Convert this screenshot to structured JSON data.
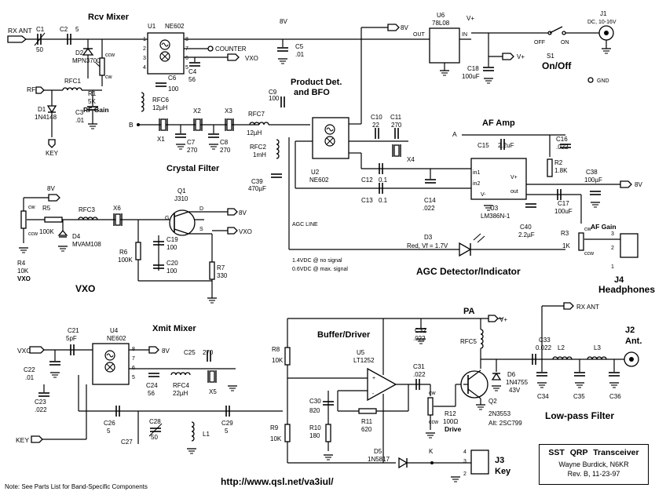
{
  "title_block": {
    "title": "SST QRP Transceiver",
    "author": "Wayne Burdick, N6KR",
    "revision": "Rev. B,",
    "date": "11-23-97"
  },
  "url": "http://www.qsl.net/va3iul/",
  "note": "Note:  See Parts List for Band-Specific Components",
  "sections": {
    "rcv_mixer": "Rcv Mixer",
    "product_det": "Product Det.",
    "and_bfo": "and BFO",
    "crystal_filter": "Crystal Filter",
    "af_amp": "AF Amp",
    "vxo": "VXO",
    "agc": "AGC Detector/Indicator",
    "xmit_mixer": "Xmit Mixer",
    "buffer_driver": "Buffer/Driver",
    "pa": "PA",
    "low_pass": "Low-pass Filter",
    "power_switch": "On/Off",
    "headphones": "Headphones",
    "key": "Key",
    "antenna": "Ant."
  },
  "labels": {
    "rx_ant": "RX ANT",
    "rx_ant2": "RX ANT",
    "rf": "RF",
    "key": "KEY",
    "key2": "KEY",
    "vxo_in": "VXO",
    "vxo_in2": "VXO",
    "vxo_out": "VXO",
    "vxo_out2": "VXO",
    "counter": "COUNTER",
    "dc_in": "DC, 10-16V",
    "gnd": "GND",
    "off": "OFF",
    "on": "ON",
    "agc_line": "AGC LINE",
    "agc_note1": "1.4VDC @ no signal",
    "agc_note2": "0.6VDC @ max. signal",
    "d3_note": "Red, Vf = 1.7V",
    "q2_alt": "Alt: 2SC799",
    "drive": "Drive",
    "rf_gain": "RF Gain",
    "af_gain": "AF Gain",
    "b": "B",
    "a": "A",
    "k": "K",
    "v8": "8V",
    "vplus": "V+"
  },
  "components": {
    "U1": "U1",
    "U1v": "NE602",
    "U2": "U2",
    "U2v": "NE602",
    "U3": "U3",
    "U3v": "LM386N-1",
    "U4": "U4",
    "U4v": "NE602",
    "U5": "U5",
    "U5v": "LT1252",
    "U6": "U6",
    "U6v": "78L08",
    "Q1": "Q1",
    "Q1v": "J310",
    "Q2": "Q2",
    "Q2v": "2N3553",
    "C1": "C1",
    "C1v": "50",
    "C2": "C2",
    "C2v": "5",
    "C3": "C3",
    "C3v": ".01",
    "C4": "C4",
    "C4v": "56",
    "C5": "C5",
    "C5v": ".01",
    "C6": "C6",
    "C6v": "100",
    "C7": "C7",
    "C7v": "270",
    "C8": "C8",
    "C8v": "270",
    "C9": "C9",
    "C9v": "100",
    "C10": "C10",
    "C10v": "22",
    "C11": "C11",
    "C11v": "270",
    "C12": "C12",
    "C12v": "0.1",
    "C13": "C13",
    "C13v": "0.1",
    "C14": "C14",
    "C14v": ".022",
    "C15": "C15",
    "C15v": "2.2uF",
    "C16": "C16",
    "C16v": ".022",
    "C17": "C17",
    "C17v": "100uF",
    "C18": "C18",
    "C18v": "100uF",
    "C19": "C19",
    "C19v": "100",
    "C20": "C20",
    "C20v": "100",
    "C21": "C21",
    "C21v": "5pF",
    "C22": "C22",
    "C22v": ".01",
    "C23": "C23",
    "C23v": ".022",
    "C24": "C24",
    "C24v": "56",
    "C25": "C25",
    "C25v": "270",
    "C26": "C26",
    "C26v": "5",
    "C27": "C27",
    "C28": "C28",
    "C28v": "50",
    "C29": "C29",
    "C29v": "5",
    "C30": "C30",
    "C30v": "820",
    "C31": "C31",
    "C31v": ".022",
    "C32": "C32",
    "C32v": ".022",
    "C33": "C33",
    "C33v": "0.022",
    "C34": "C34",
    "C35": "C35",
    "C36": "C36",
    "C38": "C38",
    "C38v": "100µF",
    "C39": "C39",
    "C39v": "470µF",
    "C40": "C40",
    "C40v": "2.2µF",
    "R1": "R1",
    "R1v": "5K",
    "R2": "R2",
    "R2v": "1.8K",
    "R3": "R3",
    "R3v": "1K",
    "R4": "R4",
    "R4v": "10K",
    "R5": "R5",
    "R5v": "100K",
    "R6": "R6",
    "R6v": "100K",
    "R7": "R7",
    "R7v": "330",
    "R8": "R8",
    "R8v": "10K",
    "R9": "R9",
    "R9v": "10K",
    "R10": "R10",
    "R10v": "180",
    "R11": "R11",
    "R11v": "620",
    "R12": "R12",
    "R12v": "100Ω",
    "D1": "D1",
    "D1v": "1N4148",
    "D2": "D2",
    "D2v": "MPN3700",
    "D3": "D3",
    "D4": "D4",
    "D4v": "MVAM108",
    "D5": "D5",
    "D5v": "1N5817",
    "D6": "D6",
    "D6v": "1N4755",
    "D6v2": "43V",
    "RFC1": "RFC1",
    "RFC2": "RFC2",
    "RFC2v": "1mH",
    "RFC3": "RFC3",
    "RFC4": "RFC4",
    "RFC4v": "22µH",
    "RFC5": "RFC5",
    "RFC6": "RFC6",
    "RFC6v": "12µH",
    "RFC7": "RFC7",
    "RFC7v": "12µH",
    "L1": "L1",
    "L2": "L2",
    "L3": "L3",
    "X1": "X1",
    "X2": "X2",
    "X3": "X3",
    "X4": "X4",
    "X5": "X5",
    "X6": "X6",
    "J1": "J1",
    "J2": "J2",
    "J3": "J3",
    "J4": "J4",
    "S1": "S1"
  }
}
